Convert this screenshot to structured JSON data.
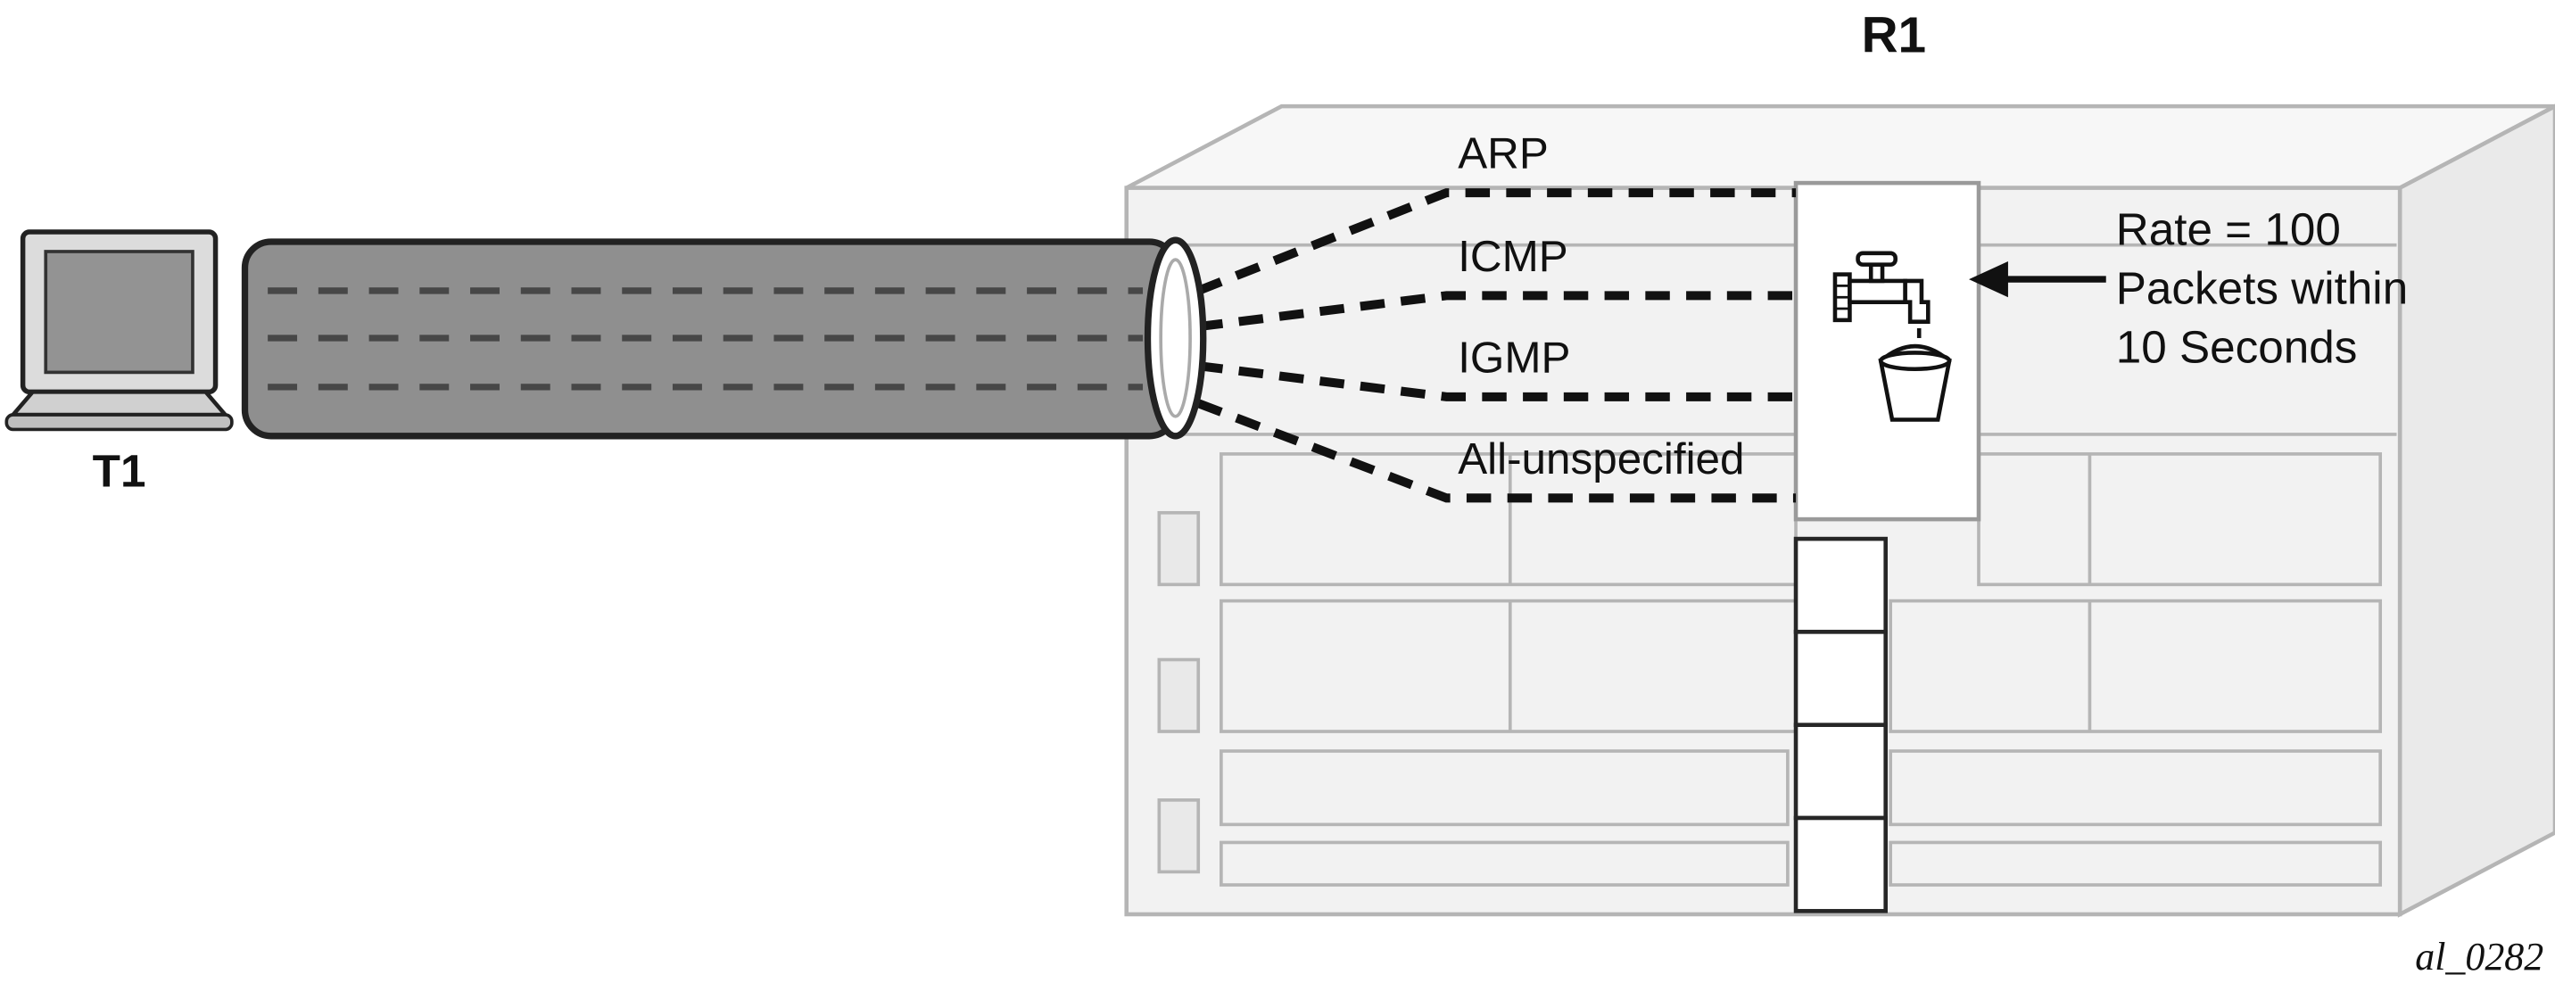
{
  "labels": {
    "router": "R1",
    "terminal": "T1",
    "watermark": "al_0282"
  },
  "traffic_types": [
    {
      "label": "ARP"
    },
    {
      "label": "ICMP"
    },
    {
      "label": "IGMP"
    },
    {
      "label": "All-unspecified"
    }
  ],
  "rate_annotation": {
    "lines": [
      "Rate = 100",
      "Packets within",
      "10 Seconds"
    ]
  },
  "icons": {
    "terminal": "laptop-icon",
    "policer": "faucet-icon",
    "collector": "bucket-icon",
    "pointer": "left-arrow-icon"
  },
  "colors": {
    "ink": "#111111",
    "chassis_fill": "#f2f2f2",
    "chassis_stroke": "#b5b5b5",
    "pipe_fill": "#8f8f8f",
    "screen_fill": "#939393",
    "background": "#ffffff"
  }
}
